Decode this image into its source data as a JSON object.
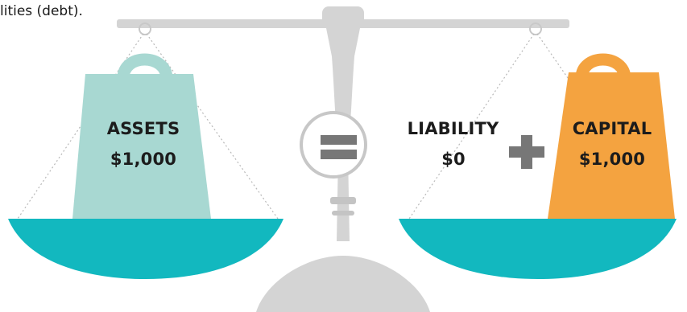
{
  "caption": "lities (debt).",
  "assets": {
    "label": "ASSETS",
    "value": "$1,000"
  },
  "liability": {
    "label": "LIABILITY",
    "value": "$0"
  },
  "capital": {
    "label": "CAPITAL",
    "value": "$1,000"
  },
  "symbols": {
    "equals": "equals-icon",
    "plus": "plus-icon"
  },
  "colors": {
    "stand": "#d4d4d4",
    "pan": "#12b8bf",
    "assets_weight": "#a8d8d2",
    "capital_weight": "#f4a340",
    "operator": "#777777",
    "string": "#b9b9b9"
  }
}
